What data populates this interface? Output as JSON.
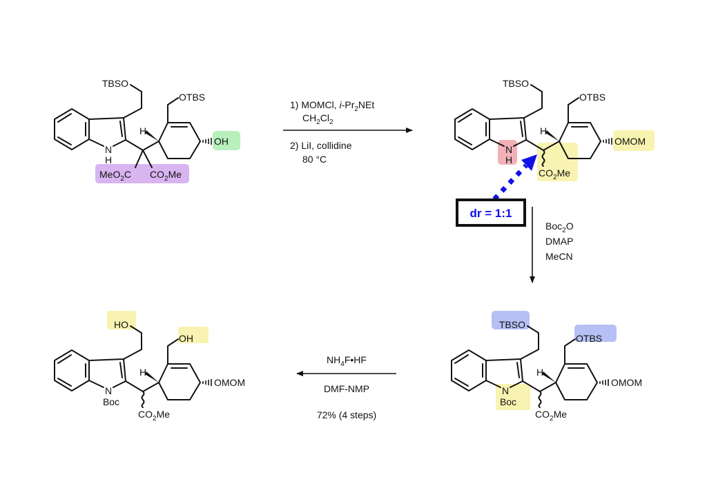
{
  "colors": {
    "purple": "#d8b4f0",
    "green": "#b8f0bc",
    "red": "#f2b1b7",
    "yellow": "#f8f3b0",
    "blue": "#b7c0f4",
    "arrow_blue": "#1010e8"
  },
  "mol1": {
    "tbso": "TBSO",
    "otbs": "OTBS",
    "n": "N",
    "h_n": "H",
    "h": "H",
    "oh": "OH",
    "ester_left": {
      "a": "MeO",
      "s": "2",
      "b": "C"
    },
    "ester_right": {
      "a": "CO",
      "s": "2",
      "b": "Me"
    }
  },
  "mol2": {
    "tbso": "TBSO",
    "otbs": "OTBS",
    "n": "N",
    "h_n": "H",
    "h": "H",
    "omom": "OMOM",
    "ester": {
      "a": "CO",
      "s": "2",
      "b": "Me"
    },
    "dr_label": "dr = 1:1"
  },
  "mol3": {
    "tbso": "TBSO",
    "otbs": "OTBS",
    "n": "N",
    "boc": "Boc",
    "h": "H",
    "omom": "OMOM",
    "ester": {
      "a": "CO",
      "s": "2",
      "b": "Me"
    }
  },
  "mol4": {
    "ho": "HO",
    "oh": "OH",
    "n": "N",
    "boc": "Boc",
    "h": "H",
    "omom": "OMOM",
    "ester": {
      "a": "CO",
      "s": "2",
      "b": "Me"
    }
  },
  "step1": {
    "line1": {
      "a": "1) MOMCl, ",
      "i": "i",
      "b": "-Pr",
      "s": "2",
      "c": "NEt"
    },
    "line2": {
      "a": "CH",
      "s1": "2",
      "b": "Cl",
      "s2": "2"
    },
    "line3": "2) LiI, collidine",
    "line4": "80 °C"
  },
  "step2": {
    "line1": {
      "a": "Boc",
      "s": "2",
      "b": "O"
    },
    "line2": "DMAP",
    "line3": "MeCN"
  },
  "step3": {
    "line1": {
      "a": "NH",
      "s": "4",
      "b": "F•HF"
    },
    "line2": "DMF-NMP",
    "line3": "72% (4 steps)"
  }
}
